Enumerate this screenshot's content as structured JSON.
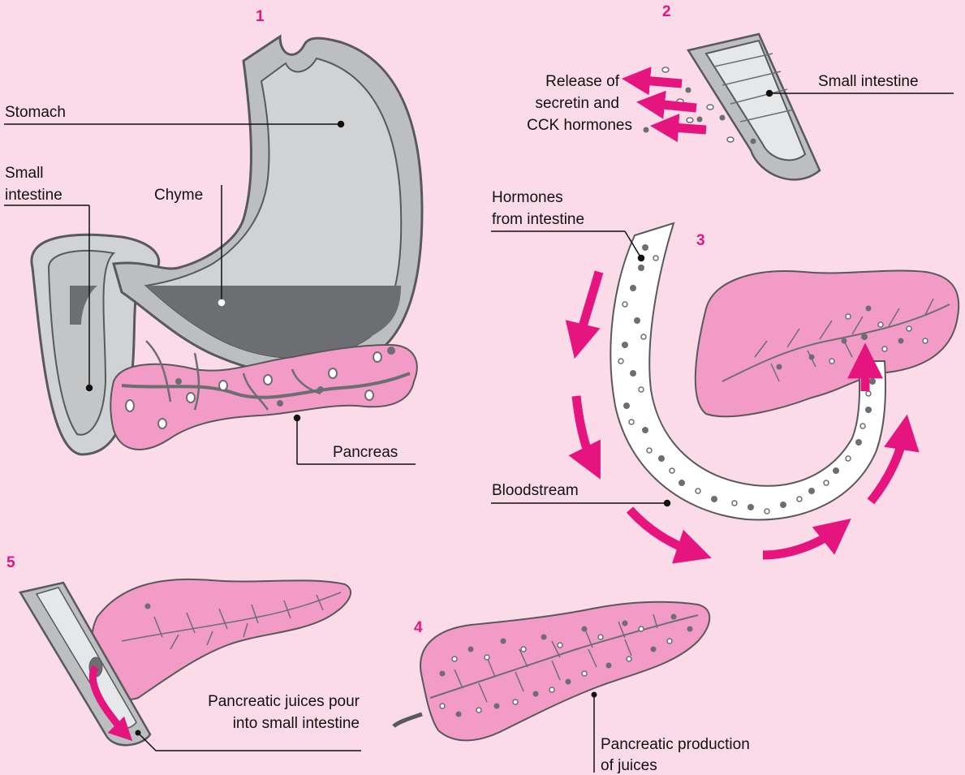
{
  "steps": {
    "s1": "1",
    "s2": "2",
    "s3": "3",
    "s4": "4",
    "s5": "5"
  },
  "labels": {
    "stomach": "Stomach",
    "small_intestine_l1": "Small",
    "small_intestine_l2": "intestine",
    "chyme": "Chyme",
    "pancreas": "Pancreas",
    "release_l1": "Release of",
    "release_l2": "secretin and",
    "release_l3": "CCK hormones",
    "small_intestine_2": "Small intestine",
    "hormones_l1": "Hormones",
    "hormones_l2": "from intestine",
    "bloodstream": "Bloodstream",
    "juices_pour_l1": "Pancreatic juices pour",
    "juices_pour_l2": "into small intestine",
    "production_l1": "Pancreatic production",
    "production_l2": "of juices"
  },
  "colors": {
    "background": "#fbdbe8",
    "arrow": "#e5147f",
    "pancreas": "#f29bc6",
    "organ_gray": "#cfd0d2",
    "chyme": "#6d6e71"
  }
}
